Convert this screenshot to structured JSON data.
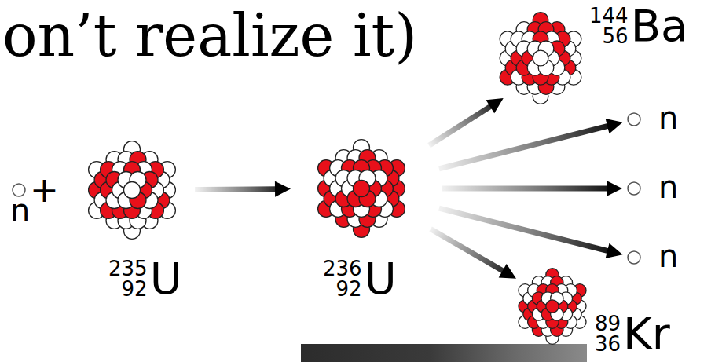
{
  "diagram": {
    "title": "on’t realize it)",
    "nodes": [
      {
        "text": [
          "n"
        ]
      },
      {
        "text": [
          "235",
          "92",
          "U"
        ]
      },
      {
        "text": [
          "236",
          "92",
          "U"
        ]
      },
      {
        "text": [
          "144",
          "56",
          "Ba"
        ]
      },
      {
        "text": [
          "n"
        ]
      },
      {
        "text": [
          "n"
        ]
      },
      {
        "text": [
          "n"
        ]
      },
      {
        "text": [
          "89",
          "36",
          "Kr"
        ]
      }
    ],
    "edges": [
      {
        "from": 1,
        "to": 2,
        "arrow": "to"
      },
      {
        "from": 2,
        "to": 3,
        "arrow": "to"
      },
      {
        "from": 2,
        "to": 4,
        "arrow": "to"
      },
      {
        "from": 2,
        "to": 5,
        "arrow": "to"
      },
      {
        "from": 2,
        "to": 6,
        "arrow": "to"
      },
      {
        "from": 2,
        "to": 7,
        "arrow": "to"
      }
    ],
    "labels": [
      "+"
    ]
  }
}
